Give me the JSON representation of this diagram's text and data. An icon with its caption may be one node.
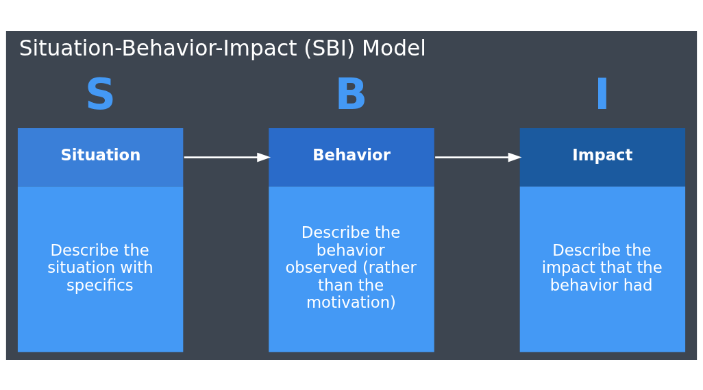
{
  "diagram": {
    "title": "Situation-Behavior-Impact (SBI) Model",
    "nodes": [
      {
        "text": [
          "S",
          "Situation",
          "Describe the situation with specifics"
        ]
      },
      {
        "text": [
          "B",
          "Behavior",
          "Describe the behavior observed (rather than the motivation)"
        ]
      },
      {
        "text": [
          "I",
          "Impact",
          "Describe the impact that the behavior had"
        ]
      }
    ],
    "edges": [
      {
        "from": 0,
        "to": 1,
        "arrow": "to"
      },
      {
        "from": 1,
        "to": 2,
        "arrow": "to"
      }
    ]
  }
}
